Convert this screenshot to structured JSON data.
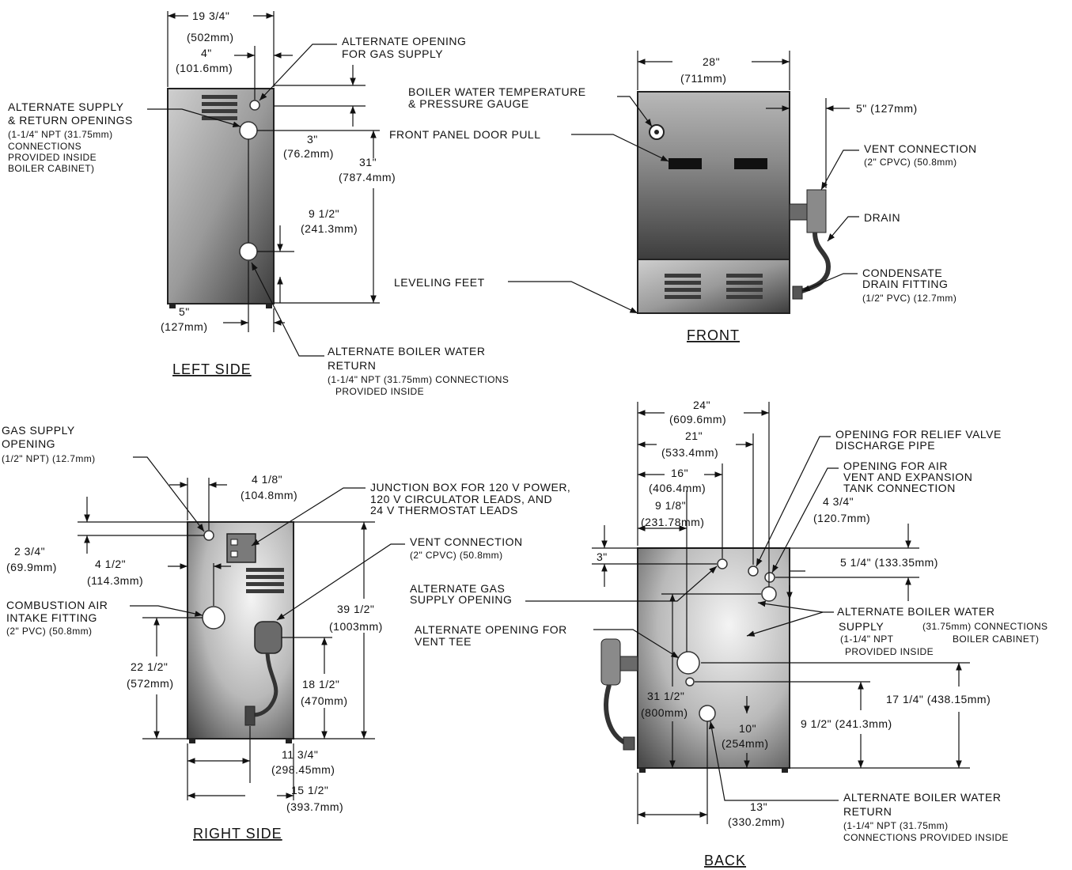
{
  "colors": {
    "line": "#111111",
    "cabinet_dark": "#555555",
    "cabinet_light": "#f2f2f2"
  },
  "titles": {
    "left": "LEFT SIDE",
    "front": "FRONT",
    "right": "RIGHT SIDE",
    "back": "BACK"
  },
  "left": {
    "dim_width": "19 3/4\"",
    "dim_width_mm": "(502mm)",
    "dim_4": "4\"",
    "dim_4_mm": "(101.6mm)",
    "dim_3": "3\"",
    "dim_3_mm": "(76.2mm)",
    "dim_31": "31\"",
    "dim_31_mm": "(787.4mm)",
    "dim_9": "9 1/2\"",
    "dim_9_mm": "(241.3mm)",
    "dim_5": "5\"",
    "dim_5_mm": "(127mm)",
    "gas_1": "ALTERNATE OPENING",
    "gas_2": "FOR GAS SUPPLY",
    "supply_1": "ALTERNATE SUPPLY",
    "supply_2": "& RETURN OPENINGS",
    "supply_3": "(1-1/4\" NPT (31.75mm)",
    "supply_4": "CONNECTIONS",
    "supply_5": "PROVIDED INSIDE",
    "supply_6": "BOILER CABINET)",
    "return_1": "ALTERNATE BOILER WATER",
    "return_2": "RETURN",
    "return_3": "(1-1/4\" NPT (31.75mm) CONNECTIONS",
    "return_4": "PROVIDED INSIDE"
  },
  "front": {
    "dim_width": "28\"",
    "dim_width_mm": "(711mm)",
    "dim_5": "5\" (127mm)",
    "gauge_1": "BOILER WATER TEMPERATURE",
    "gauge_2": "& PRESSURE GAUGE",
    "door": "FRONT PANEL DOOR PULL",
    "feet": "LEVELING FEET",
    "vent_1": "VENT CONNECTION",
    "vent_2": "(2\" CPVC) (50.8mm)",
    "drain": "DRAIN",
    "cond_1": "CONDENSATE",
    "cond_2": "DRAIN FITTING",
    "cond_3": "(1/2\" PVC) (12.7mm)"
  },
  "right": {
    "gas_1": "GAS SUPPLY",
    "gas_2": "OPENING",
    "gas_3": "(1/2\" NPT) (12.7mm)",
    "dim_418": "4 1/8\"",
    "dim_418_mm": "(104.8mm)",
    "jbox_1": "JUNCTION BOX FOR 120 V POWER,",
    "jbox_2": "120 V CIRCULATOR LEADS, AND",
    "jbox_3": "24 V THERMOSTAT LEADS",
    "dim_234": "2 3/4\"",
    "dim_234_mm": "(69.9mm)",
    "dim_412": "4 1/2\"",
    "dim_412_mm": "(114.3mm)",
    "vent_1": "VENT CONNECTION",
    "vent_2": "(2\" CPVC) (50.8mm)",
    "air_1": "COMBUSTION AIR",
    "air_2": "INTAKE FITTING",
    "air_3": "(2\" PVC) (50.8mm)",
    "dim_3912": "39 1/2\"",
    "dim_3912_mm": "(1003mm)",
    "dim_2212": "22 1/2\"",
    "dim_2212_mm": "(572mm)",
    "dim_1812": "18 1/2\"",
    "dim_1812_mm": "(470mm)",
    "dim_1134": "11 3/4\"",
    "dim_1134_mm": "(298.45mm)",
    "dim_1512": "15 1/2\"",
    "dim_1512_mm": "(393.7mm)"
  },
  "back": {
    "dim_24": "24\"",
    "dim_24_mm": "(609.6mm)",
    "dim_21": "21\"",
    "dim_21_mm": "(533.4mm)",
    "dim_16": "16\"",
    "dim_16_mm": "(406.4mm)",
    "dim_918": "9 1/8\"",
    "dim_918_mm": "(231.78mm)",
    "dim_3": "3\"",
    "relief_1": "OPENING FOR RELIEF VALVE",
    "relief_2": "DISCHARGE PIPE",
    "airvent_1": "OPENING FOR AIR",
    "airvent_2": "VENT AND EXPANSION",
    "airvent_3": "TANK CONNECTION",
    "dim_434": "4 3/4\"",
    "dim_434_mm": "(120.7mm)",
    "dim_514": "5 1/4\" (133.35mm)",
    "altgas_1": "ALTERNATE GAS",
    "altgas_2": "SUPPLY OPENING",
    "supply_1": "ALTERNATE BOILER WATER",
    "supply_2": "SUPPLY",
    "supply_3": "(31.75mm) CONNECTIONS",
    "supply_4": "(1-1/4\" NPT",
    "supply_5": "BOILER CABINET)",
    "supply_6": "PROVIDED INSIDE",
    "venttee_1": "ALTERNATE OPENING FOR",
    "venttee_2": "VENT TEE",
    "dim_3112": "31 1/2\"",
    "dim_3112_mm": "(800mm)",
    "dim_10": "10\"",
    "dim_10_mm": "(254mm)",
    "dim_1714": "17 1/4\" (438.15mm)",
    "dim_912": "9 1/2\" (241.3mm)",
    "dim_13": "13\"",
    "dim_13_mm": "(330.2mm)",
    "return_1": "ALTERNATE BOILER WATER",
    "return_2": "RETURN",
    "return_3": "(1-1/4\" NPT (31.75mm)",
    "return_4": "CONNECTIONS PROVIDED INSIDE"
  }
}
